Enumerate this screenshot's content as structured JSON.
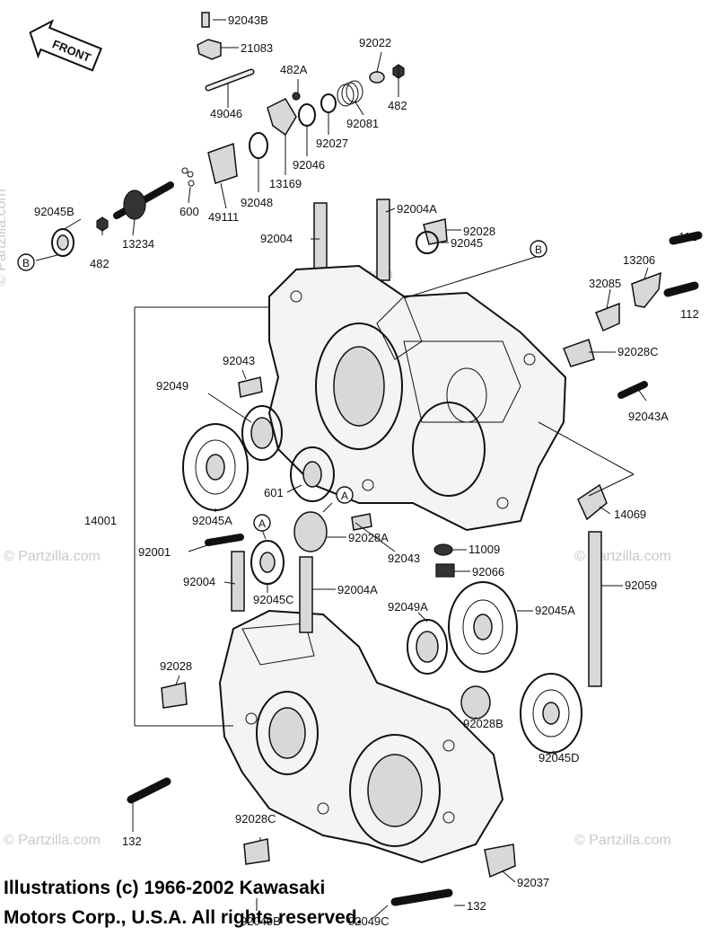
{
  "orientation_label": "FRONT",
  "watermark": "© Partzilla.com",
  "copyright": {
    "line1": "Illustrations (c) 1966-2002 Kawasaki",
    "line2": "Motors Corp., U.S.A.  All rights reserved."
  },
  "callouts": {
    "a1": "A",
    "a2": "A",
    "b1": "B",
    "b2": "B"
  },
  "part_labels": {
    "p92043B": "92043B",
    "p21083": "21083",
    "p92022": "92022",
    "p482A": "482A",
    "p482_top": "482",
    "p49046": "49046",
    "p92081": "92081",
    "p92027": "92027",
    "p92046": "92046",
    "p13169": "13169",
    "p92048": "92048",
    "p49111": "49111",
    "p600": "600",
    "p92045B": "92045B",
    "p13234": "13234",
    "p482_left": "482",
    "p92004A_top": "92004A",
    "p92028_top": "92028",
    "p92004_top": "92004",
    "p92045": "92045",
    "p112_top": "112",
    "p13206": "13206",
    "p32085": "32085",
    "p112_bot": "112",
    "p92028C_top": "92028C",
    "p92043": "92043",
    "p92049": "92049",
    "p92043A": "92043A",
    "p601": "601",
    "p14001": "14001",
    "p92045A_left": "92045A",
    "p14069": "14069",
    "p92028A": "92028A",
    "p92001": "92001",
    "p92043_mid": "92043",
    "p11009": "11009",
    "p92004_mid": "92004",
    "p92045C": "92045C",
    "p92004A_mid": "92004A",
    "p92066": "92066",
    "p92059": "92059",
    "p92049A": "92049A",
    "p92045A_right": "92045A",
    "p92028_low": "92028",
    "p92028B": "92028B",
    "p92045D": "92045D",
    "p132_left": "132",
    "p92028C_low": "92028C",
    "p92037": "92037",
    "p92049B": "92049B",
    "p92049C": "92049C",
    "p132_right": "132"
  }
}
